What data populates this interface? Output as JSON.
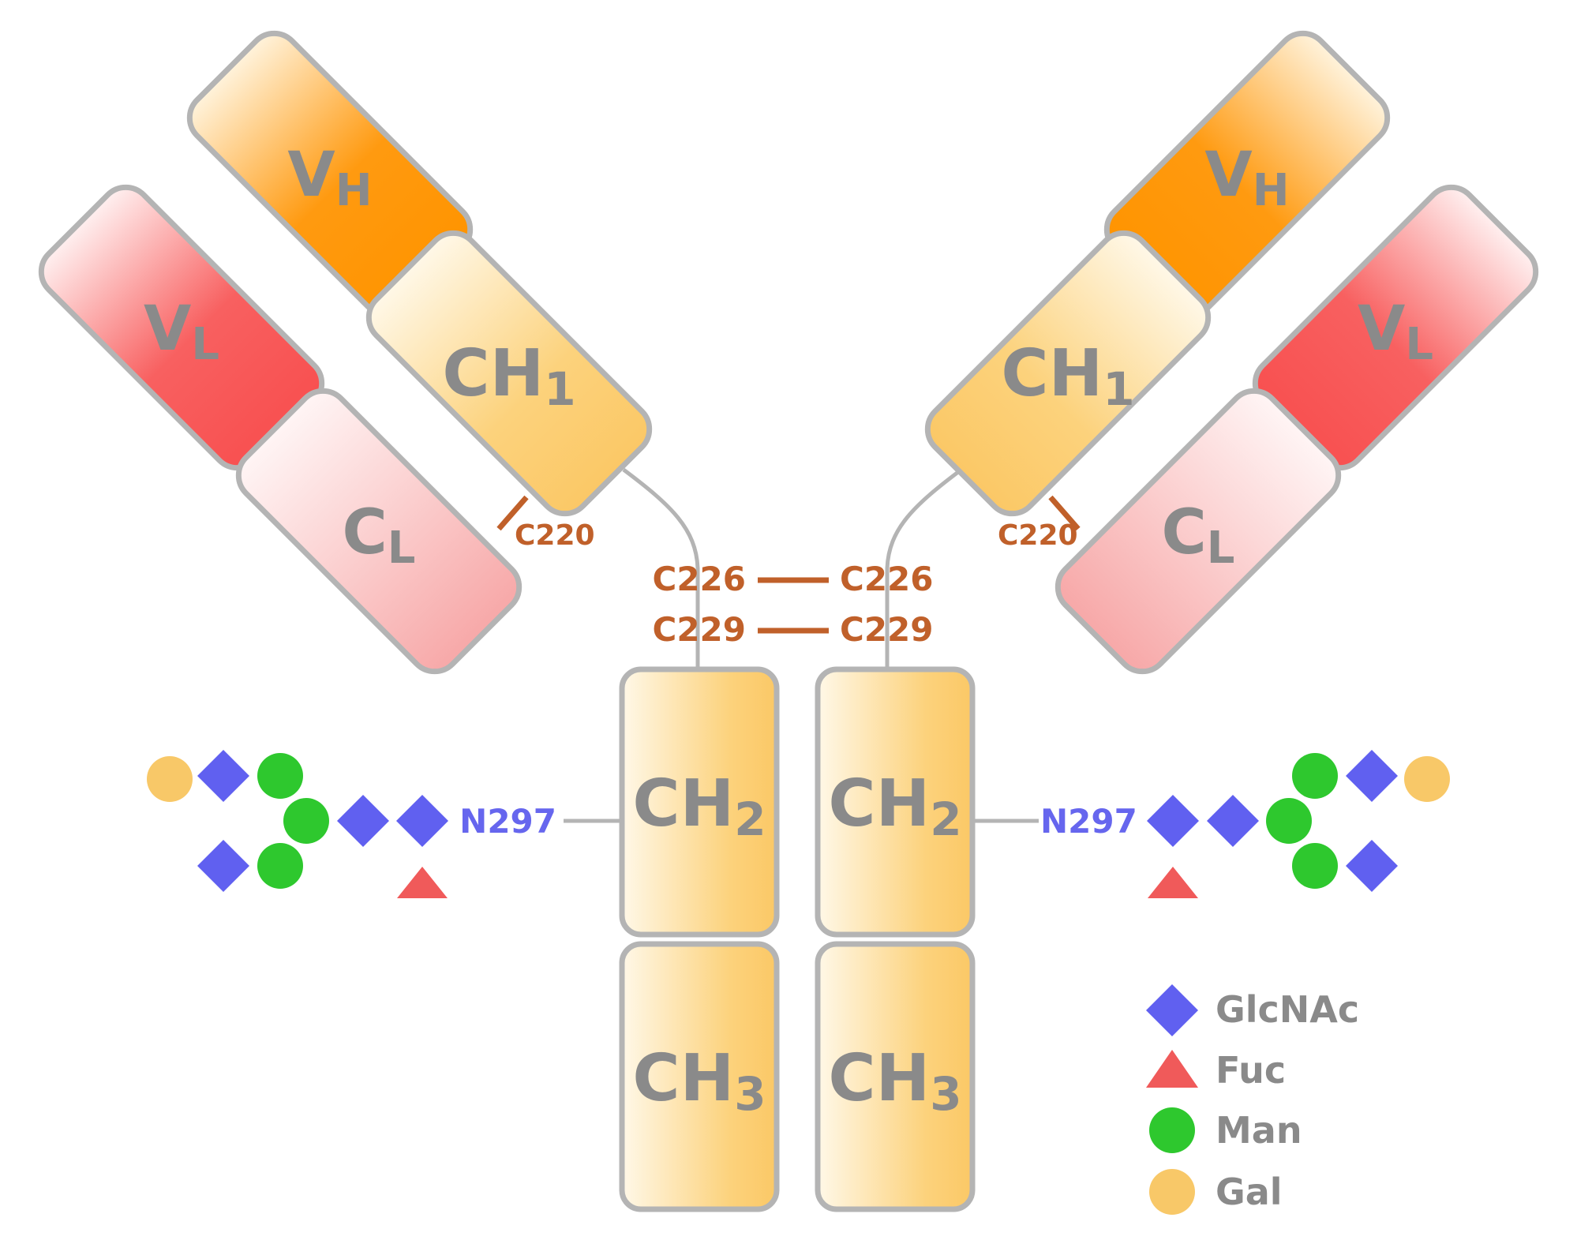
{
  "domains": {
    "vh": {
      "main": "V",
      "sub": "H"
    },
    "vl": {
      "main": "V",
      "sub": "L"
    },
    "cl": {
      "main": "C",
      "sub": "L"
    },
    "ch1": {
      "main": "CH",
      "sub": "1"
    },
    "ch2": {
      "main": "CH",
      "sub": "2"
    },
    "ch3": {
      "main": "CH",
      "sub": "3"
    }
  },
  "cysteines": {
    "light_heavy": "C220",
    "hinge_1": "C226",
    "hinge_2": "C229"
  },
  "glycosylation_site": "N297",
  "legend": [
    {
      "shape": "diamond",
      "label": "GlcNAc",
      "color": "#6060f0"
    },
    {
      "shape": "triangle",
      "label": "Fuc",
      "color": "#f05a5a"
    },
    {
      "shape": "circle",
      "label": "Man",
      "color": "#2ec82e"
    },
    {
      "shape": "circle",
      "label": "Gal",
      "color": "#f8c868"
    }
  ],
  "colors": {
    "heavy_variable": "#ff9a10",
    "heavy_constant": "#fccc6c",
    "light_variable": "#f85c5c",
    "light_constant": "#f8a8a8",
    "outline": "#b4b4b4",
    "disulfide": "#c0602a",
    "site_label": "#6666ee"
  }
}
